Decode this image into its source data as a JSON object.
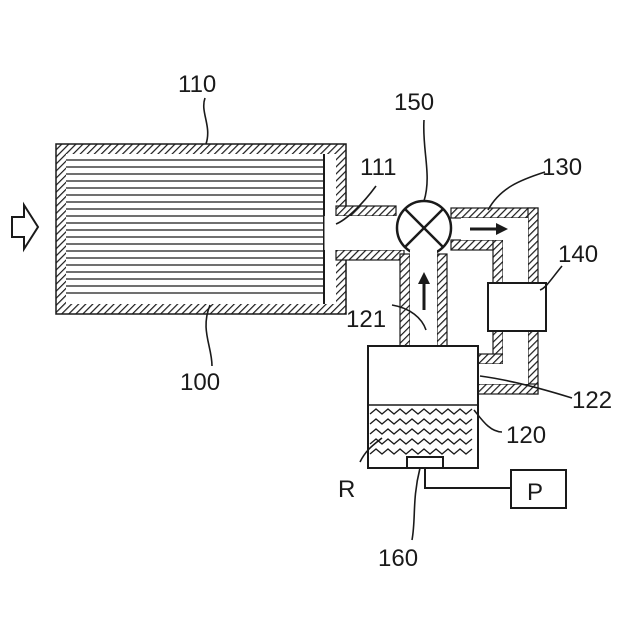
{
  "labels": {
    "l110": "110",
    "l150": "150",
    "l111": "111",
    "l130": "130",
    "l140": "140",
    "l121": "121",
    "l100": "100",
    "l122": "122",
    "l120": "120",
    "lR": "R",
    "lP": "P",
    "l160": "160"
  }
}
